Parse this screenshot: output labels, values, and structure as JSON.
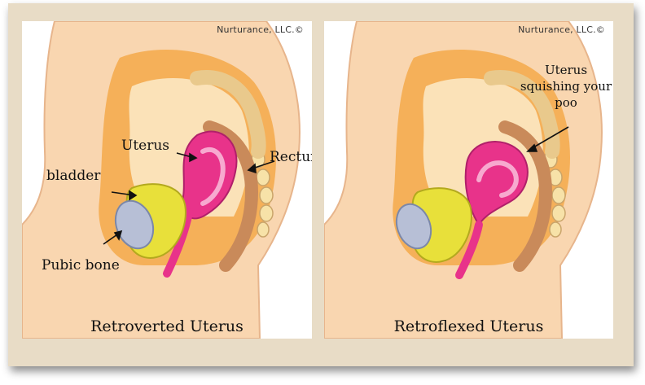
{
  "panels": [
    {
      "copyright": "Nurturance, LLC.©",
      "caption": "Retroverted Uterus",
      "labels": {
        "uterus": "Uterus",
        "rectum": "Rectum",
        "bladder": "bladder",
        "pubic_bone": "Pubic bone"
      }
    },
    {
      "copyright": "Nurturance, LLC.©",
      "caption": "Retroflexed Uterus",
      "labels": {
        "uterus_line1": "Uterus",
        "uterus_line2": "squishing your",
        "uterus_line3": "poo"
      }
    }
  ],
  "colors": {
    "frame": "#e8dcc6",
    "skin": "#f9d6b0",
    "pelvis": "#f4a94a",
    "uterus": "#e8338a",
    "bladder": "#e8e03a",
    "bone": "#b7bfd6",
    "rectum": "#c98a5a"
  }
}
